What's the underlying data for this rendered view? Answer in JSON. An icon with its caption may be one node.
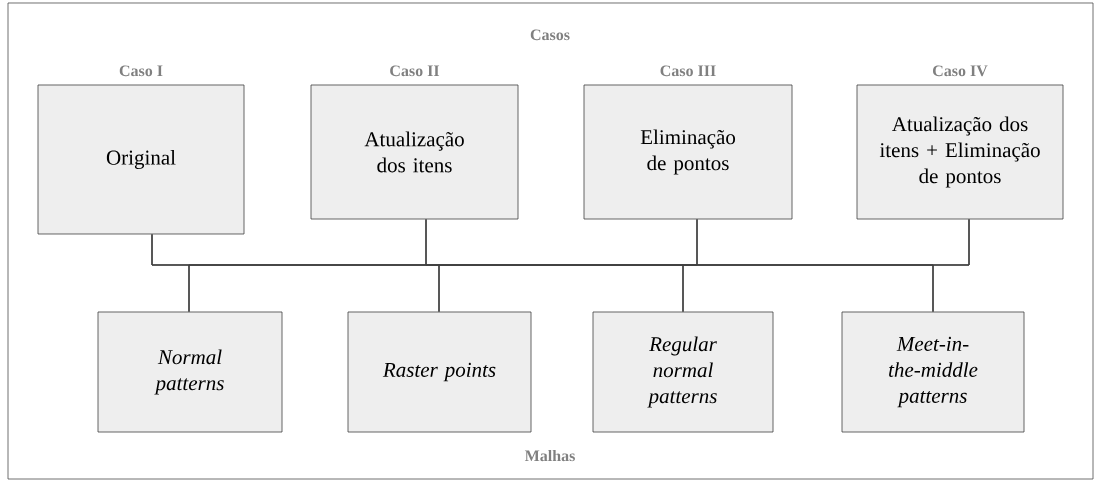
{
  "diagram": {
    "nodes": [
      {
        "text": [
          "Caso I",
          "Original"
        ]
      },
      {
        "text": [
          "Caso II",
          "Atualização dos itens"
        ]
      },
      {
        "text": [
          "Caso III",
          "Eliminação de pontos"
        ]
      },
      {
        "text": [
          "Caso IV",
          "Atualização dos itens + Eliminação de pontos"
        ]
      },
      {
        "text": [
          "Normal patterns"
        ]
      },
      {
        "text": [
          "Raster points"
        ]
      },
      {
        "text": [
          "Regular normal patterns"
        ]
      },
      {
        "text": [
          "Meet-in-the-middle patterns"
        ]
      }
    ],
    "edges": [
      {
        "from": 0,
        "to": 4,
        "arrow": "none"
      },
      {
        "from": 0,
        "to": 5,
        "arrow": "none"
      },
      {
        "from": 0,
        "to": 6,
        "arrow": "none"
      },
      {
        "from": 0,
        "to": 7,
        "arrow": "none"
      },
      {
        "from": 1,
        "to": 4,
        "arrow": "none"
      },
      {
        "from": 1,
        "to": 5,
        "arrow": "none"
      },
      {
        "from": 1,
        "to": 6,
        "arrow": "none"
      },
      {
        "from": 1,
        "to": 7,
        "arrow": "none"
      },
      {
        "from": 2,
        "to": 4,
        "arrow": "none"
      },
      {
        "from": 2,
        "to": 5,
        "arrow": "none"
      },
      {
        "from": 2,
        "to": 6,
        "arrow": "none"
      },
      {
        "from": 2,
        "to": 7,
        "arrow": "none"
      },
      {
        "from": 3,
        "to": 4,
        "arrow": "none"
      },
      {
        "from": 3,
        "to": 5,
        "arrow": "none"
      },
      {
        "from": 3,
        "to": 6,
        "arrow": "none"
      },
      {
        "from": 3,
        "to": 7,
        "arrow": "none"
      }
    ],
    "labels": [
      "Casos",
      "Malhas"
    ]
  }
}
